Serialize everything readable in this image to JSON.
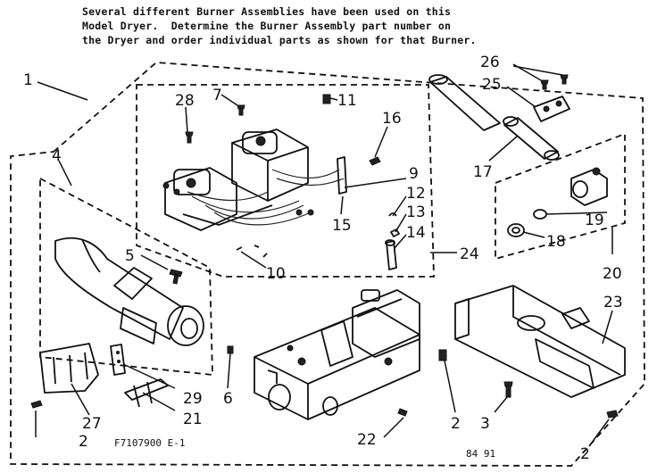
{
  "header_note": [
    "Several different Burner Assemblies have been used on this",
    "Model Dryer.  Determine the Burner Assembly part number on",
    "the Dryer and order individual parts as shown for that Burner."
  ],
  "callouts": {
    "c1": "1",
    "c2a": "2",
    "c2b": "2",
    "c2c": "2",
    "c3": "3",
    "c4": "4",
    "c5": "5",
    "c6": "6",
    "c7": "7",
    "c9": "9",
    "c10": "10",
    "c11": "11",
    "c12": "12",
    "c13": "13",
    "c14": "14",
    "c15": "15",
    "c16": "16",
    "c17": "17",
    "c18": "18",
    "c19": "19",
    "c20": "20",
    "c21": "21",
    "c22": "22",
    "c23": "23",
    "c24": "24",
    "c25": "25",
    "c26": "26",
    "c27": "27",
    "c28": "28",
    "c29": "29"
  },
  "footer": {
    "code": "F7107900 E-1",
    "date": "84 91"
  }
}
